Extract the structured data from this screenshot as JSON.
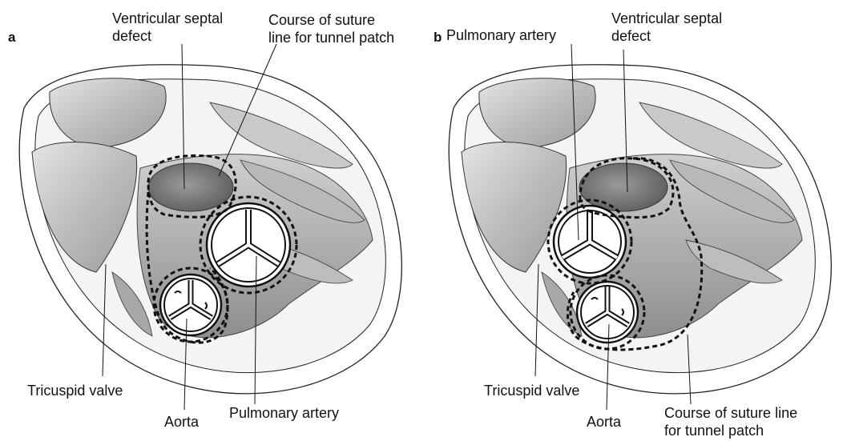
{
  "panels": [
    {
      "letter": "a",
      "labels": {
        "vsd": "Ventricular septal\ndefect",
        "suture": "Course of suture\nline for tunnel patch",
        "tricuspid": "Tricuspid valve",
        "aorta": "Aorta",
        "pulmonary": "Pulmonary artery"
      }
    },
    {
      "letter": "b",
      "labels": {
        "pulmonary": "Pulmonary artery",
        "vsd": "Ventricular septal\ndefect",
        "tricuspid": "Tricuspid valve",
        "aorta": "Aorta",
        "suture": "Course of suture line\nfor tunnel patch"
      }
    }
  ],
  "colors": {
    "outline": "#222222",
    "shade_dark": "#8a8a8a",
    "shade_mid": "#b4b4b4",
    "shade_light": "#d6d6d6"
  }
}
